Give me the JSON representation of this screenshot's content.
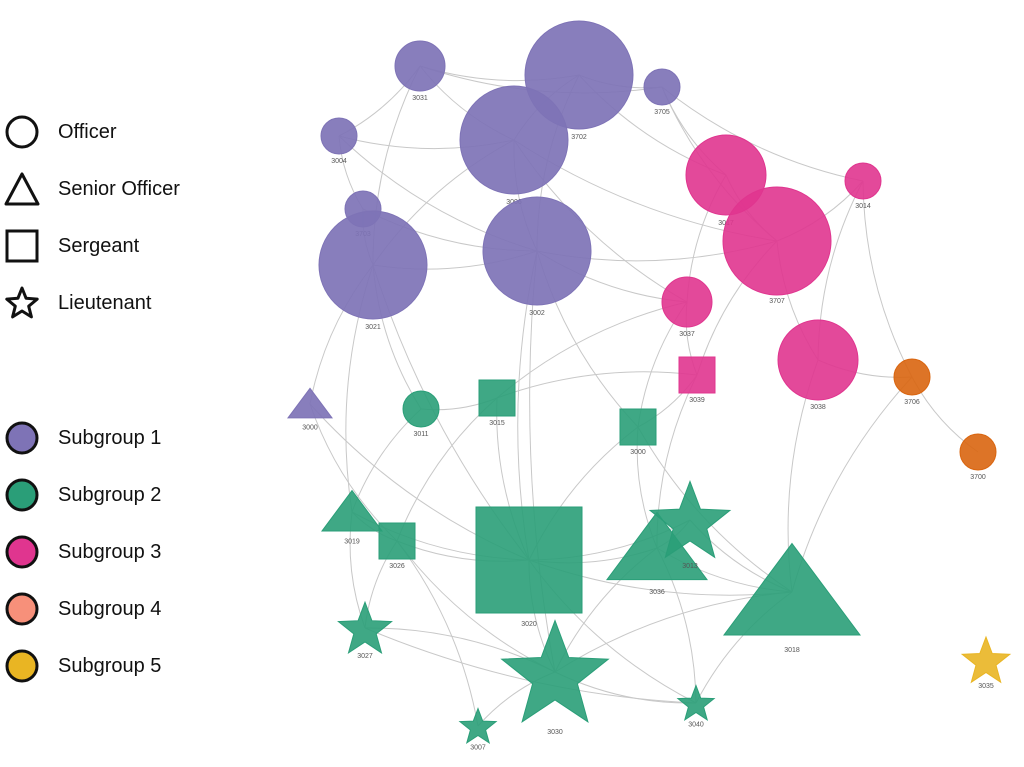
{
  "legend": {
    "shapes": [
      {
        "shape": "circle",
        "label": "Officer"
      },
      {
        "shape": "triangle",
        "label": "Senior Officer"
      },
      {
        "shape": "square",
        "label": "Sergeant"
      },
      {
        "shape": "star",
        "label": "Lieutenant"
      }
    ],
    "subgroups": [
      {
        "label": "Subgroup 1",
        "color": "#7e73b6"
      },
      {
        "label": "Subgroup 2",
        "color": "#2a9e78"
      },
      {
        "label": "Subgroup 3",
        "color": "#e0358f"
      },
      {
        "label": "Subgroup 4",
        "color": "#f7907a"
      },
      {
        "label": "Subgroup 5",
        "color": "#e9b523"
      }
    ]
  },
  "group_colors": {
    "1": "#7e73b6",
    "2": "#2a9e78",
    "3": "#e0358f",
    "4": "#d9650f",
    "5": "#e9b523"
  },
  "nodes": [
    {
      "id": "3031",
      "shape": "circle",
      "group": 1
    },
    {
      "id": "3702",
      "shape": "circle",
      "group": 1
    },
    {
      "id": "3705",
      "shape": "circle",
      "group": 1
    },
    {
      "id": "3004",
      "shape": "circle",
      "group": 1
    },
    {
      "id": "3006",
      "shape": "circle",
      "group": 1
    },
    {
      "id": "3703",
      "shape": "circle",
      "group": 1
    },
    {
      "id": "3021",
      "shape": "circle",
      "group": 1
    },
    {
      "id": "3002",
      "shape": "circle",
      "group": 1
    },
    {
      "id": "3000",
      "shape": "triangle",
      "group": 1
    },
    {
      "id": "3017",
      "shape": "circle",
      "group": 3
    },
    {
      "id": "3014",
      "shape": "circle",
      "group": 3
    },
    {
      "id": "3707",
      "shape": "circle",
      "group": 3
    },
    {
      "id": "3037",
      "shape": "circle",
      "group": 3
    },
    {
      "id": "3039",
      "shape": "square",
      "group": 3
    },
    {
      "id": "3038",
      "shape": "circle",
      "group": 3
    },
    {
      "id": "3706",
      "shape": "circle",
      "group": 4
    },
    {
      "id": "3700",
      "shape": "circle",
      "group": 4
    },
    {
      "id": "3011",
      "shape": "circle",
      "group": 2
    },
    {
      "id": "3015",
      "shape": "square",
      "group": 2
    },
    {
      "id": "3000b",
      "label": "3000",
      "shape": "square",
      "group": 2
    },
    {
      "id": "3019",
      "shape": "triangle",
      "group": 2
    },
    {
      "id": "3026",
      "shape": "square",
      "group": 2
    },
    {
      "id": "3020",
      "shape": "square",
      "group": 2
    },
    {
      "id": "3036",
      "shape": "triangle",
      "group": 2
    },
    {
      "id": "3013",
      "shape": "star",
      "group": 2
    },
    {
      "id": "3018",
      "shape": "triangle",
      "group": 2
    },
    {
      "id": "3027",
      "shape": "star",
      "group": 2
    },
    {
      "id": "3030",
      "shape": "star",
      "group": 2
    },
    {
      "id": "3040",
      "shape": "star",
      "group": 2
    },
    {
      "id": "3007",
      "shape": "star",
      "group": 2
    },
    {
      "id": "3035",
      "shape": "star",
      "group": 5
    }
  ],
  "edges": [
    [
      "3031",
      "3702"
    ],
    [
      "3031",
      "3006"
    ],
    [
      "3031",
      "3021"
    ],
    [
      "3031",
      "3705"
    ],
    [
      "3702",
      "3705"
    ],
    [
      "3702",
      "3006"
    ],
    [
      "3702",
      "3017"
    ],
    [
      "3702",
      "3002"
    ],
    [
      "3004",
      "3006"
    ],
    [
      "3004",
      "3002"
    ],
    [
      "3004",
      "3703"
    ],
    [
      "3004",
      "3031"
    ],
    [
      "3006",
      "3021"
    ],
    [
      "3006",
      "3002"
    ],
    [
      "3006",
      "3707"
    ],
    [
      "3006",
      "3037"
    ],
    [
      "3703",
      "3021"
    ],
    [
      "3703",
      "3002"
    ],
    [
      "3021",
      "3002"
    ],
    [
      "3021",
      "3000"
    ],
    [
      "3021",
      "3011"
    ],
    [
      "3021",
      "3019"
    ],
    [
      "3002",
      "3000b"
    ],
    [
      "3002",
      "3030"
    ],
    [
      "3002",
      "3020"
    ],
    [
      "3002",
      "3707"
    ],
    [
      "3705",
      "3014"
    ],
    [
      "3705",
      "3017"
    ],
    [
      "3017",
      "3707"
    ],
    [
      "3017",
      "3037"
    ],
    [
      "3707",
      "3038"
    ],
    [
      "3707",
      "3039"
    ],
    [
      "3707",
      "3014"
    ],
    [
      "3014",
      "3706"
    ],
    [
      "3014",
      "3038"
    ],
    [
      "3037",
      "3039"
    ],
    [
      "3037",
      "3000b"
    ],
    [
      "3037",
      "3015"
    ],
    [
      "3039",
      "3036"
    ],
    [
      "3039",
      "3015"
    ],
    [
      "3038",
      "3018"
    ],
    [
      "3038",
      "3706"
    ],
    [
      "3706",
      "3700"
    ],
    [
      "3706",
      "3018"
    ],
    [
      "3000",
      "3026"
    ],
    [
      "3000",
      "3020"
    ],
    [
      "3011",
      "3015"
    ],
    [
      "3011",
      "3019"
    ],
    [
      "3015",
      "3020"
    ],
    [
      "3015",
      "3026"
    ],
    [
      "3000b",
      "3036"
    ],
    [
      "3000b",
      "3018"
    ],
    [
      "3000b",
      "3020"
    ],
    [
      "3019",
      "3026"
    ],
    [
      "3019",
      "3027"
    ],
    [
      "3019",
      "3020"
    ],
    [
      "3026",
      "3030"
    ],
    [
      "3026",
      "3027"
    ],
    [
      "3026",
      "3020"
    ],
    [
      "3020",
      "3036"
    ],
    [
      "3020",
      "3013"
    ],
    [
      "3020",
      "3030"
    ],
    [
      "3020",
      "3018"
    ],
    [
      "3020",
      "3040"
    ],
    [
      "3036",
      "3013"
    ],
    [
      "3036",
      "3018"
    ],
    [
      "3036",
      "3030"
    ],
    [
      "3013",
      "3018"
    ],
    [
      "3018",
      "3030"
    ],
    [
      "3018",
      "3040"
    ],
    [
      "3030",
      "3007"
    ],
    [
      "3030",
      "3040"
    ],
    [
      "3030",
      "3027"
    ],
    [
      "3027",
      "3040"
    ],
    [
      "3007",
      "3026"
    ],
    [
      "3040",
      "3036"
    ],
    [
      "3021",
      "3020"
    ],
    [
      "3000b",
      "3039"
    ],
    [
      "3705",
      "3707"
    ],
    [
      "3002",
      "3037"
    ]
  ]
}
